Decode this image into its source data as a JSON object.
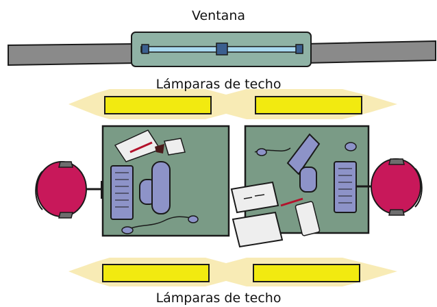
{
  "labels": {
    "window": "Ventana",
    "ceiling_lamps_top": "Lámparas de techo",
    "ceiling_lamps_bottom": "Lámparas de techo"
  },
  "colors": {
    "wall": "#8a8a8a",
    "window_frame": "#8fb2a5",
    "window_glass": "#a9d9f0",
    "desk": "#7a9b86",
    "lamp": "#f2ea10",
    "glow": "#f7e8a8",
    "chair": "#c8185a",
    "keyboard": "#8d93c8",
    "outline": "#1a1a1a"
  }
}
